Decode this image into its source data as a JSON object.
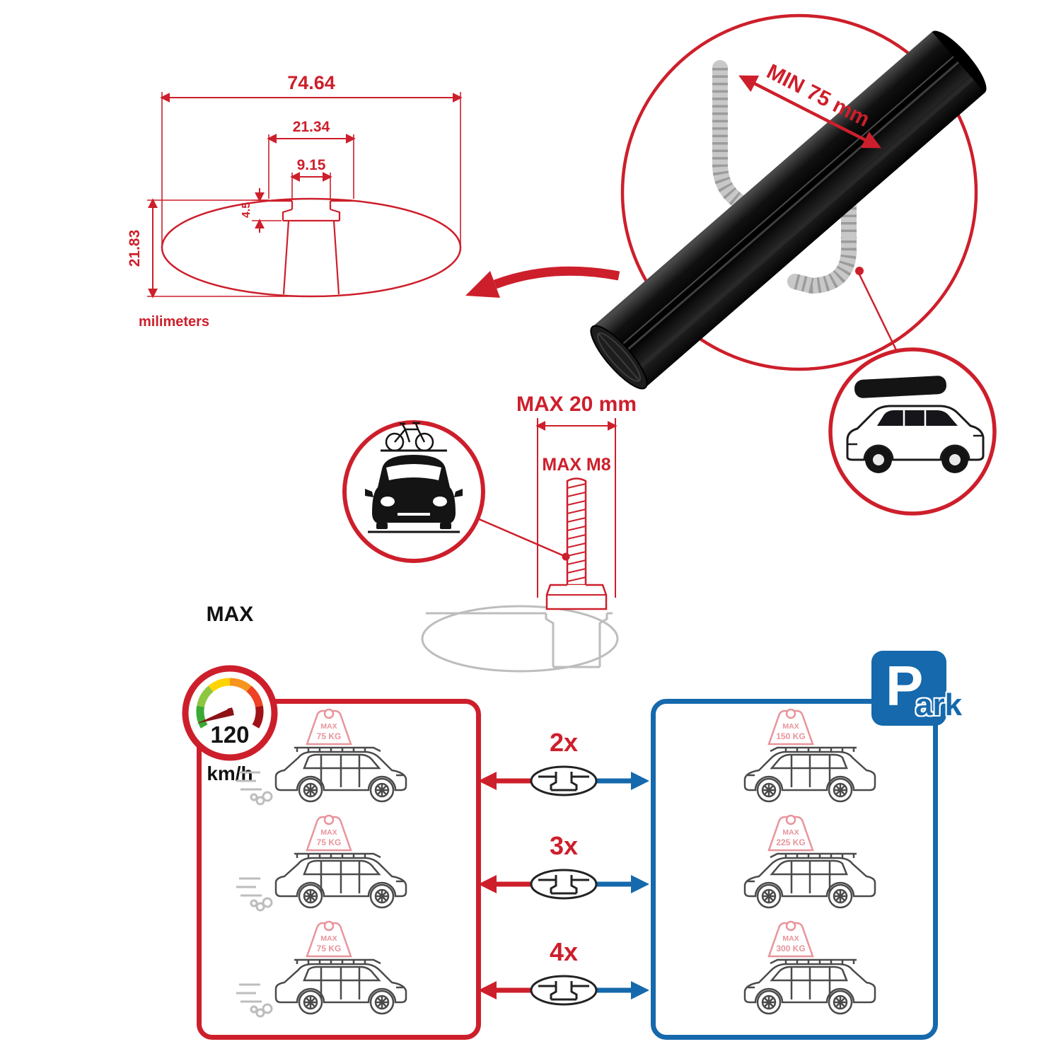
{
  "tech_drawing": {
    "dim_total_width": "74.64",
    "dim_slot_outer": "21.34",
    "dim_slot_inner": "9.15",
    "dim_lip_depth": "4.5",
    "dim_profile_height": "21.83",
    "unit_label": "milimeters"
  },
  "bar_render": {
    "min_span_label": "MIN 75 mm"
  },
  "bolt_detail": {
    "max_length_label": "MAX 20 mm",
    "max_thread_label": "MAX M8"
  },
  "speed_limit": {
    "label": "MAX",
    "value": "120",
    "unit": "km/h"
  },
  "driving_loads": {
    "cars": [
      {
        "tag_line1": "MAX",
        "tag_line2": "75 KG"
      },
      {
        "tag_line1": "MAX",
        "tag_line2": "75 KG"
      },
      {
        "tag_line1": "MAX",
        "tag_line2": "75 KG"
      }
    ]
  },
  "bar_quantities": [
    {
      "label": "2x"
    },
    {
      "label": "3x"
    },
    {
      "label": "4x"
    }
  ],
  "parked_loads": {
    "sign_p": "P",
    "sign_suffix": "ark",
    "cars": [
      {
        "tag_line1": "MAX",
        "tag_line2": "150 KG"
      },
      {
        "tag_line1": "MAX",
        "tag_line2": "225 KG"
      },
      {
        "tag_line1": "MAX",
        "tag_line2": "300 KG"
      }
    ]
  },
  "colors": {
    "accent_red": "#cd1f2b",
    "accent_blue": "#1569ac",
    "tag_pink": "#e8949b",
    "bar_black": "#0a0a0a",
    "ghost_grey": "#bdbdbd"
  }
}
